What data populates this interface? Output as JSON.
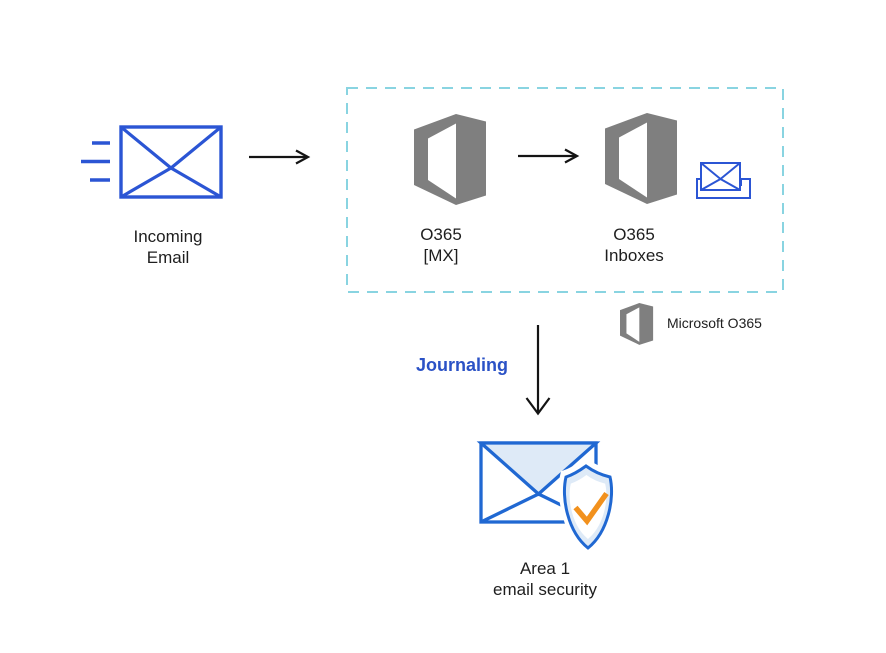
{
  "diagram": {
    "nodes": {
      "incoming_email": {
        "line1": "Incoming",
        "line2": "Email",
        "icon": "envelope-speed-lines-icon"
      },
      "o365_mx": {
        "line1": "O365",
        "line2": "[MX]",
        "icon": "office365-logo-icon"
      },
      "o365_inboxes": {
        "line1": "O365",
        "line2": "Inboxes",
        "icon": "office365-logo-icon",
        "secondary_icon": "inbox-tray-envelope-icon"
      },
      "area1_security": {
        "line1": "Area 1",
        "line2": "email security",
        "icon": "envelope-shield-check-icon"
      }
    },
    "flow_labels": {
      "journaling": "Journaling"
    },
    "legend": {
      "label": "Microsoft O365",
      "icon": "office365-logo-icon"
    },
    "colors": {
      "envelope_blue": "#2B55D4",
      "security_blue": "#2068D2",
      "light_blue_fill": "#DEEAF7",
      "dashed_border": "#89D4E1",
      "office_gray": "#7F7F7F",
      "journaling_blue": "#2B52C6",
      "check_orange": "#F2911D",
      "arrow_black": "#141414",
      "text_color": "#1E1E1E"
    }
  }
}
